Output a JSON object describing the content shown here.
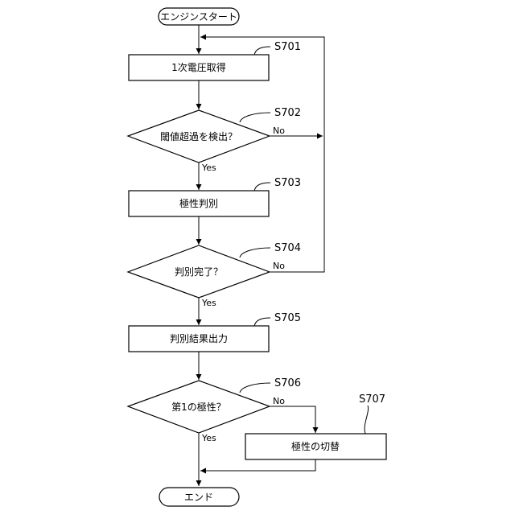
{
  "flowchart": {
    "start": "エンジンスタート",
    "end": "エンド",
    "steps": {
      "s701": {
        "id": "S701",
        "text": "1次電圧取得"
      },
      "s702": {
        "id": "S702",
        "text": "閾値超過を検出？"
      },
      "s703": {
        "id": "S703",
        "text": "極性判別"
      },
      "s704": {
        "id": "S704",
        "text": "判別完了？"
      },
      "s705": {
        "id": "S705",
        "text": "判別結果出力"
      },
      "s706": {
        "id": "S706",
        "text": "第1の極性？"
      },
      "s707": {
        "id": "S707",
        "text": "極性の切替"
      }
    },
    "labels": {
      "yes": "Yes",
      "no": "No"
    }
  }
}
